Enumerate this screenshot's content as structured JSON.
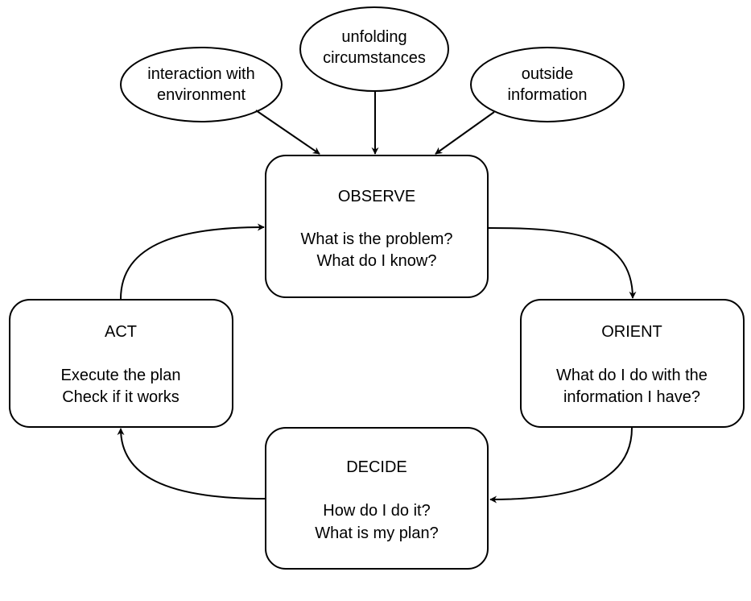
{
  "inputs": [
    {
      "lines": [
        "interaction with",
        "environment"
      ]
    },
    {
      "lines": [
        "unfolding",
        "circumstances"
      ]
    },
    {
      "lines": [
        "outside",
        "information"
      ]
    }
  ],
  "stages": {
    "observe": {
      "title": "OBSERVE",
      "lines": [
        "What is the problem?",
        "What do I know?"
      ]
    },
    "orient": {
      "title": "ORIENT",
      "lines": [
        "What do I do with the",
        "information I have?"
      ]
    },
    "decide": {
      "title": "DECIDE",
      "lines": [
        "How do I do it?",
        "What is my plan?"
      ]
    },
    "act": {
      "title": "ACT",
      "lines": [
        "Execute the plan",
        "Check if it works"
      ]
    }
  }
}
